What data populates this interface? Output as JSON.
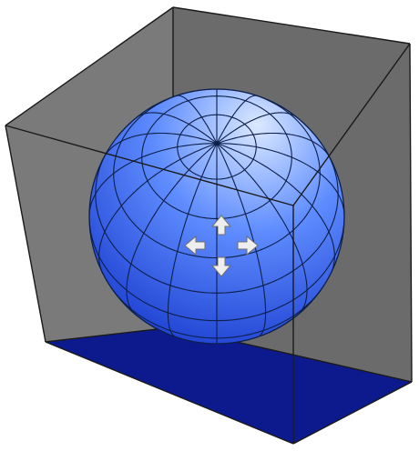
{
  "diagram": {
    "colors": {
      "background": "#ffffff",
      "back_wall": "#6b6b6b",
      "side_wall": "#7a7a7a",
      "floor": "#0c1a8e",
      "edge": "#1a1a1a",
      "sphere_light": "#dbe9ff",
      "sphere_mid": "#5f8dff",
      "sphere_dark": "#1c3fd0",
      "grid": "#0d1f4a",
      "arrow_fill": "#eeeeee",
      "arrow_stroke": "#6e6e6e"
    },
    "sphere": {
      "latitude_lines": 9,
      "longitude_lines": 16
    },
    "move_control": {
      "icon": "four-way-move-arrows",
      "directions": [
        "up",
        "down",
        "left",
        "right"
      ]
    }
  }
}
